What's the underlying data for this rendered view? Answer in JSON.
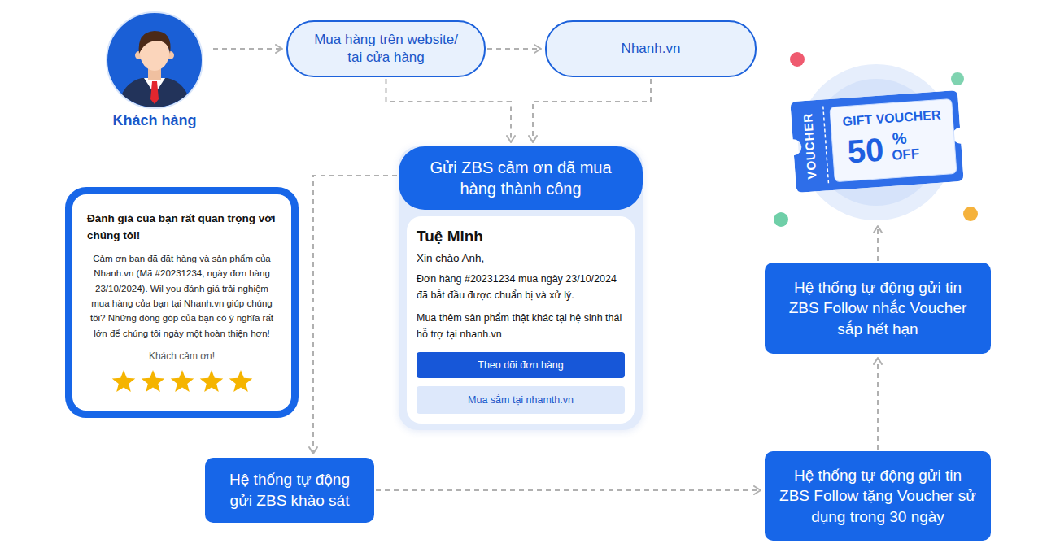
{
  "diagram": {
    "nodes": [
      {
        "text": [
          "Khách hàng"
        ]
      },
      {
        "text": [
          "Mua hàng trên website/ tại cửa hàng"
        ]
      },
      {
        "text": [
          "Nhanh.vn"
        ]
      },
      {
        "text": [
          "Gửi ZBS cảm ơn đã mua hàng thành công"
        ]
      },
      {
        "text": [
          "Tuệ Minh",
          "Xin chào Anh,",
          "Đơn hàng #20231234 mua ngày 23/10/2024 đã bắt đầu được chuẩn bị và xử lý.",
          "Mua thêm sản phẩm thật khác tại hệ sinh thái hỗ trợ tại nhanh.vn"
        ],
        "in": 3
      },
      {
        "text": [
          "Theo dõi đơn hàng"
        ],
        "in": 4
      },
      {
        "text": [
          "Mua sắm tại nhamth.vn"
        ],
        "in": 4
      },
      {
        "text": [
          "Đánh giá của bạn rất quan trọng với chúng tôi!",
          "Cảm ơn bạn đã đặt hàng và sản phẩm của Nhanh.vn (Mã #20231234, ngày đơn hàng 23/10/2024). Wil you đánh giá trải nghiệm mua hàng của bạn tại Nhanh.vn giúp chúng tôi? Những đóng góp của bạn có ý nghĩa rất lớn để chúng tôi ngày một hoàn thiện hơn!",
          "Khách cảm ơn!"
        ]
      },
      {
        "text": [
          "Hệ thống tự động gửi ZBS khảo sát"
        ]
      },
      {
        "text": [
          "Hệ thống tự động gửi tin ZBS Follow tặng Voucher sử dụng trong 30 ngày"
        ]
      },
      {
        "text": [
          "Hệ thống tự động gửi tin ZBS Follow nhắc Voucher sắp hết hạn"
        ]
      },
      {
        "text": [
          "VOUCHER",
          "GIFT VOUCHER",
          "50",
          "%",
          "OFF"
        ]
      }
    ],
    "edges": [
      {
        "from": 0,
        "to": 1,
        "arrow": "to"
      },
      {
        "from": 1,
        "to": 2,
        "arrow": "to"
      },
      {
        "from": 1,
        "to": 3,
        "arrow": "to"
      },
      {
        "from": 2,
        "to": 3,
        "arrow": "to"
      },
      {
        "from": 3,
        "to": 8,
        "arrow": "to"
      },
      {
        "from": 8,
        "to": 9,
        "arrow": "to"
      },
      {
        "from": 9,
        "to": 10,
        "arrow": "to"
      },
      {
        "from": 10,
        "to": 11,
        "arrow": "to"
      }
    ]
  }
}
